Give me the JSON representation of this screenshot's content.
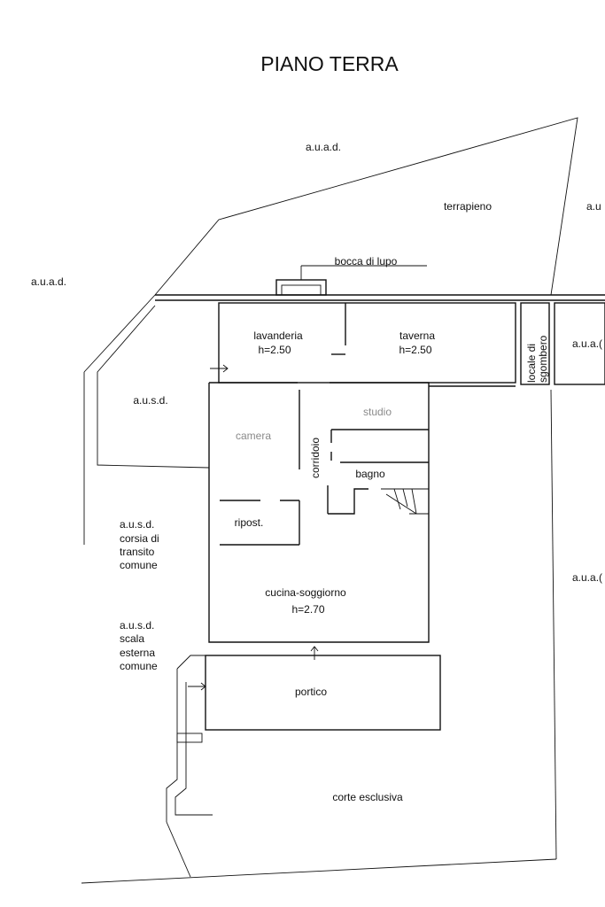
{
  "title": "PIANO TERRA",
  "labels": {
    "auad_top": "a.u.a.d.",
    "auad_left": "a.u.a.d.",
    "auad_right_top": "a.u",
    "auad_right_mid": "a.u.a.(",
    "auad_right_low": "a.u.a.(",
    "terrapieno": "terrapieno",
    "bocca_di_lupo": "bocca di lupo",
    "lavanderia": "lavanderia",
    "lavanderia_h": "h=2.50",
    "taverna": "taverna",
    "taverna_h": "h=2.50",
    "locale_line1": "locale di",
    "locale_line2": "sgombero",
    "ausd_upper": "a.u.s.d.",
    "studio": "studio",
    "camera": "camera",
    "corridoio": "corridoio",
    "bagno": "bagno",
    "ripost": "ripost.",
    "ausd_corsia_1": "a.u.s.d.",
    "ausd_corsia_2": "corsia di",
    "ausd_corsia_3": "transito",
    "ausd_corsia_4": "comune",
    "cucina": "cucina-soggiorno",
    "cucina_h": "h=2.70",
    "ausd_scala_1": "a.u.s.d.",
    "ausd_scala_2": "scala",
    "ausd_scala_3": "esterna",
    "ausd_scala_4": "comune",
    "portico": "portico",
    "corte": "corte esclusiva"
  }
}
